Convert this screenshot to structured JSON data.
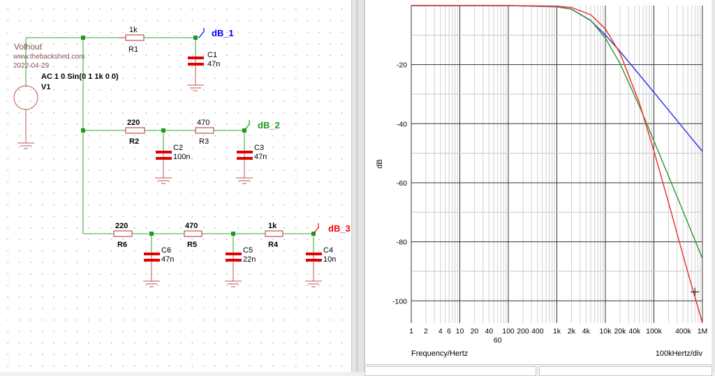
{
  "schematic": {
    "title": "Volhout",
    "website": "www.thebackshed.com",
    "date": "2022-04-29",
    "source": {
      "name": "V1",
      "spec": "AC 1 0 Sin(0 1 1k 0 0)"
    },
    "probes": [
      {
        "label": "dB_1",
        "color": "#0000ff"
      },
      {
        "label": "dB_2",
        "color": "#1a9a1a"
      },
      {
        "label": "dB_3",
        "color": "#ff0000"
      }
    ],
    "resistors": [
      {
        "name": "R1",
        "value": "1k"
      },
      {
        "name": "R2",
        "value": "220"
      },
      {
        "name": "R3",
        "value": "470"
      },
      {
        "name": "R6",
        "value": "220"
      },
      {
        "name": "R5",
        "value": "470"
      },
      {
        "name": "R4",
        "value": "1k"
      }
    ],
    "capacitors": [
      {
        "name": "C1",
        "value": "47n"
      },
      {
        "name": "C2",
        "value": "100n"
      },
      {
        "name": "C3",
        "value": "47n"
      },
      {
        "name": "C6",
        "value": "47n"
      },
      {
        "name": "C5",
        "value": "22n"
      },
      {
        "name": "C4",
        "value": "10n"
      }
    ]
  },
  "chart_data": {
    "type": "line",
    "xscale": "log",
    "xlabel": "Frequency/Hertz",
    "x_div_label": "100kHertz/div",
    "ylabel": "dB",
    "xlim": [
      1,
      1000000
    ],
    "ylim": [
      -107.5,
      0
    ],
    "xticks": [
      {
        "v": 1,
        "t": "1"
      },
      {
        "v": 2,
        "t": "2"
      },
      {
        "v": 4,
        "t": "4"
      },
      {
        "v": 6,
        "t": "6"
      },
      {
        "v": 10,
        "t": "10"
      },
      {
        "v": 20,
        "t": "20"
      },
      {
        "v": 40,
        "t": "40"
      },
      {
        "v": 60,
        "t": "60"
      },
      {
        "v": 100,
        "t": "100"
      },
      {
        "v": 200,
        "t": "200"
      },
      {
        "v": 400,
        "t": "400"
      },
      {
        "v": 1000,
        "t": "1k"
      },
      {
        "v": 2000,
        "t": "2k"
      },
      {
        "v": 4000,
        "t": "4k"
      },
      {
        "v": 10000,
        "t": "10k"
      },
      {
        "v": 20000,
        "t": "20k"
      },
      {
        "v": 40000,
        "t": "40k"
      },
      {
        "v": 100000,
        "t": "100k"
      },
      {
        "v": 400000,
        "t": "400k"
      },
      {
        "v": 1000000,
        "t": "1M"
      }
    ],
    "yticks": [
      {
        "v": -20,
        "t": "-20"
      },
      {
        "v": -40,
        "t": "-40"
      },
      {
        "v": -60,
        "t": "-60"
      },
      {
        "v": -80,
        "t": "-80"
      },
      {
        "v": -100,
        "t": "-100"
      }
    ],
    "x": [
      1,
      10,
      100,
      1000,
      2000,
      5000,
      10000,
      20000,
      50000,
      100000,
      200000,
      500000,
      1000000
    ],
    "series": [
      {
        "name": "dB_1",
        "color": "#3333ee",
        "values": [
          0,
          0,
          0,
          -0.4,
          -1.2,
          -5.1,
          -10.0,
          -15.5,
          -23.4,
          -29.4,
          -35.4,
          -43.4,
          -49.4
        ]
      },
      {
        "name": "dB_2",
        "color": "#3a9a3a",
        "values": [
          0,
          0,
          0,
          -0.33,
          -1.2,
          -5.0,
          -11.0,
          -19.6,
          -34.0,
          -45.8,
          -57.7,
          -73.6,
          -85.7
        ]
      },
      {
        "name": "dB_3",
        "color": "#ee3333",
        "values": [
          0,
          0,
          0,
          -0.17,
          -0.63,
          -3.1,
          -7.9,
          -16.1,
          -32.9,
          -49.2,
          -66.7,
          -90.4,
          -108.5
        ]
      }
    ],
    "cursor": {
      "x": 700000,
      "y": -97
    },
    "grid": true
  }
}
